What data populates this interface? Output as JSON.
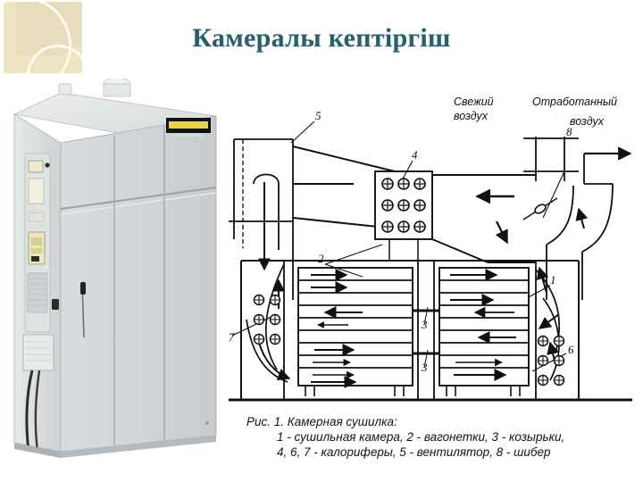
{
  "page": {
    "title": "Камералы кептіргіш",
    "title_color": "#24606e",
    "background": "#ffffff"
  },
  "logo": {
    "name": "decorative-corner-logo",
    "base_color": "#efe4c2",
    "accent_color": "#fdfaf0"
  },
  "photo": {
    "alt": "Камералы кептіргіш шкафы",
    "body_color": "#c9ccce",
    "front_color": "#d6d9db",
    "top_color": "#e3e6e7",
    "brand_plate": {
      "background": "#111111",
      "text_color": "#e8d24a"
    },
    "control_panel": {
      "name": "control-panel",
      "display_color": "#efe9cf"
    }
  },
  "diagram": {
    "labels": {
      "fresh_air": "Свежий\nвоздух",
      "fresh_air_line1": "Свежий",
      "fresh_air_line2": "воздух",
      "exhaust_air_line1": "Отработанный",
      "exhaust_air_line2": "воздух",
      "n1": "1",
      "n2": "2",
      "n3a": "3",
      "n3b": "3",
      "n4": "4",
      "n5": "5",
      "n6": "6",
      "n7": "7",
      "n8": "8"
    },
    "stroke_color": "#111111"
  },
  "caption": {
    "line1": "Рис. 1. Камерная сушилка:",
    "line2": "1 - сушильная камера, 2 - вагонетки, 3 - козырьки,",
    "line3": "4, 6, 7 - калориферы, 5 - вентилятор, 8 - шибер"
  }
}
